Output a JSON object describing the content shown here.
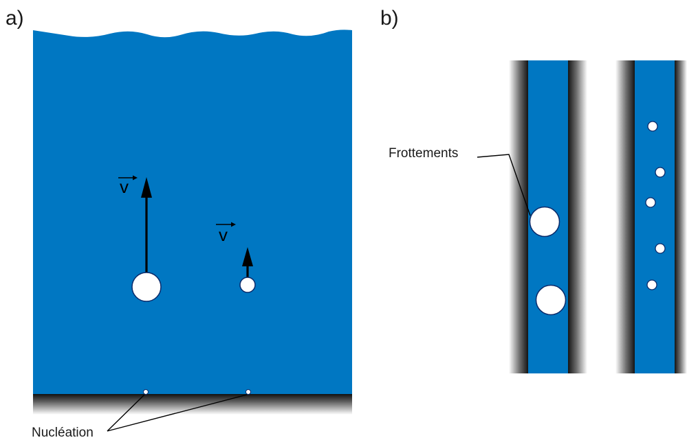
{
  "panels": {
    "a": {
      "label": "a)"
    },
    "b": {
      "label": "b)"
    }
  },
  "annotations": {
    "nucleation": "Nucléation",
    "friction": "Frottements"
  },
  "vectors": {
    "large_bubble": "v",
    "small_bubble": "v"
  },
  "colors": {
    "water": "#0077c2",
    "bubble_fill": "#ffffff",
    "bubble_stroke": "#0a2a6a",
    "wall_dark": "#1b1b1b",
    "text": "#1a1a1a"
  }
}
